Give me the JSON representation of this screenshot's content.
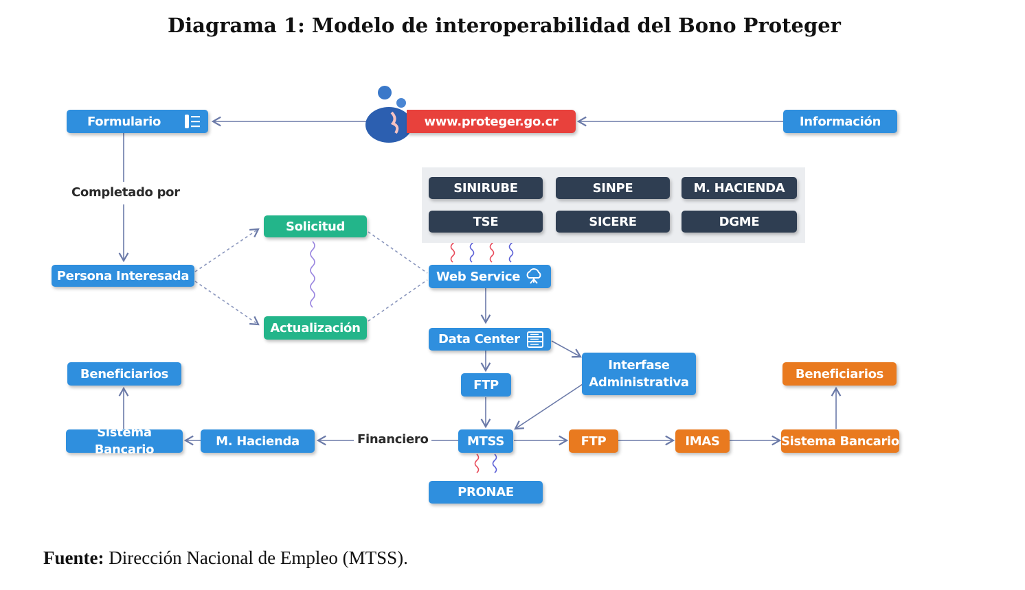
{
  "title": "Diagrama 1: Modelo de interoperabilidad del Bono Proteger",
  "source": {
    "label": "Fuente:",
    "text": " Dirección Nacional de Empleo (MTSS)."
  },
  "nodes": {
    "formulario": "Formulario",
    "website": "www.proteger.go.cr",
    "informacion": "Información",
    "persona": "Persona Interesada",
    "solicitud": "Solicitud",
    "actualizacion": "Actualización",
    "sinirube": "SINIRUBE",
    "sinpe": "SINPE",
    "m_hacienda_top": "M. HACIENDA",
    "tse": "TSE",
    "sicere": "SICERE",
    "dgme": "DGME",
    "web_service": "Web Service",
    "data_center": "Data Center",
    "ftp_blue": "FTP",
    "interfase": "Interfase Administrativa",
    "mtss": "MTSS",
    "pronae": "PRONAE",
    "m_hacienda": "M. Hacienda",
    "sistema_bancario_left": "Sistema Bancario",
    "beneficiarios_left": "Beneficiarios",
    "ftp_orange": "FTP",
    "imas": "IMAS",
    "sistema_bancario_right": "Sistema Bancario",
    "beneficiarios_right": "Beneficiarios"
  },
  "edge_labels": {
    "completado_por": "Completado por",
    "financiero": "Financiero"
  },
  "icons": {
    "formulario": "list-icon",
    "web_service": "cloud-icon",
    "data_center": "server-icon",
    "website": "people-logo-icon"
  },
  "colors": {
    "primary_blue": "#2f8fde",
    "green": "#23b58a",
    "dark": "#2f3e52",
    "orange": "#e97a1f",
    "red": "#e8413c"
  }
}
